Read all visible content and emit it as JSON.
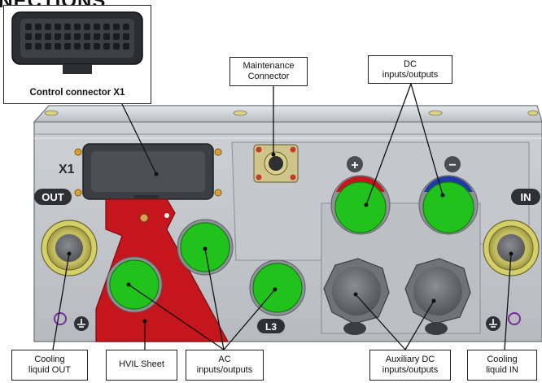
{
  "title": "NNECTIONS",
  "labels": {
    "control_connector": "Control connector X1",
    "maintenance": "Maintenance\nConnector",
    "dc": "DC\ninputs/outputs",
    "cooling_out": "Cooling\nliquid OUT",
    "hvil": "HVIL Sheet",
    "ac": "AC\ninputs/outputs",
    "aux_dc": "Auxiliary DC\ninputs/outputs",
    "cooling_in": "Cooling\nliquid IN"
  },
  "markings": {
    "x1": "X1",
    "out": "OUT",
    "in": "IN",
    "l3": "L3",
    "dc_plus": "+",
    "dc_minus": "−"
  },
  "colors": {
    "housing": "#c9cdd2",
    "ports_green": "#22c21c",
    "hvil_red": "#c4161c",
    "cooling_fitting": "#b8b24a"
  }
}
